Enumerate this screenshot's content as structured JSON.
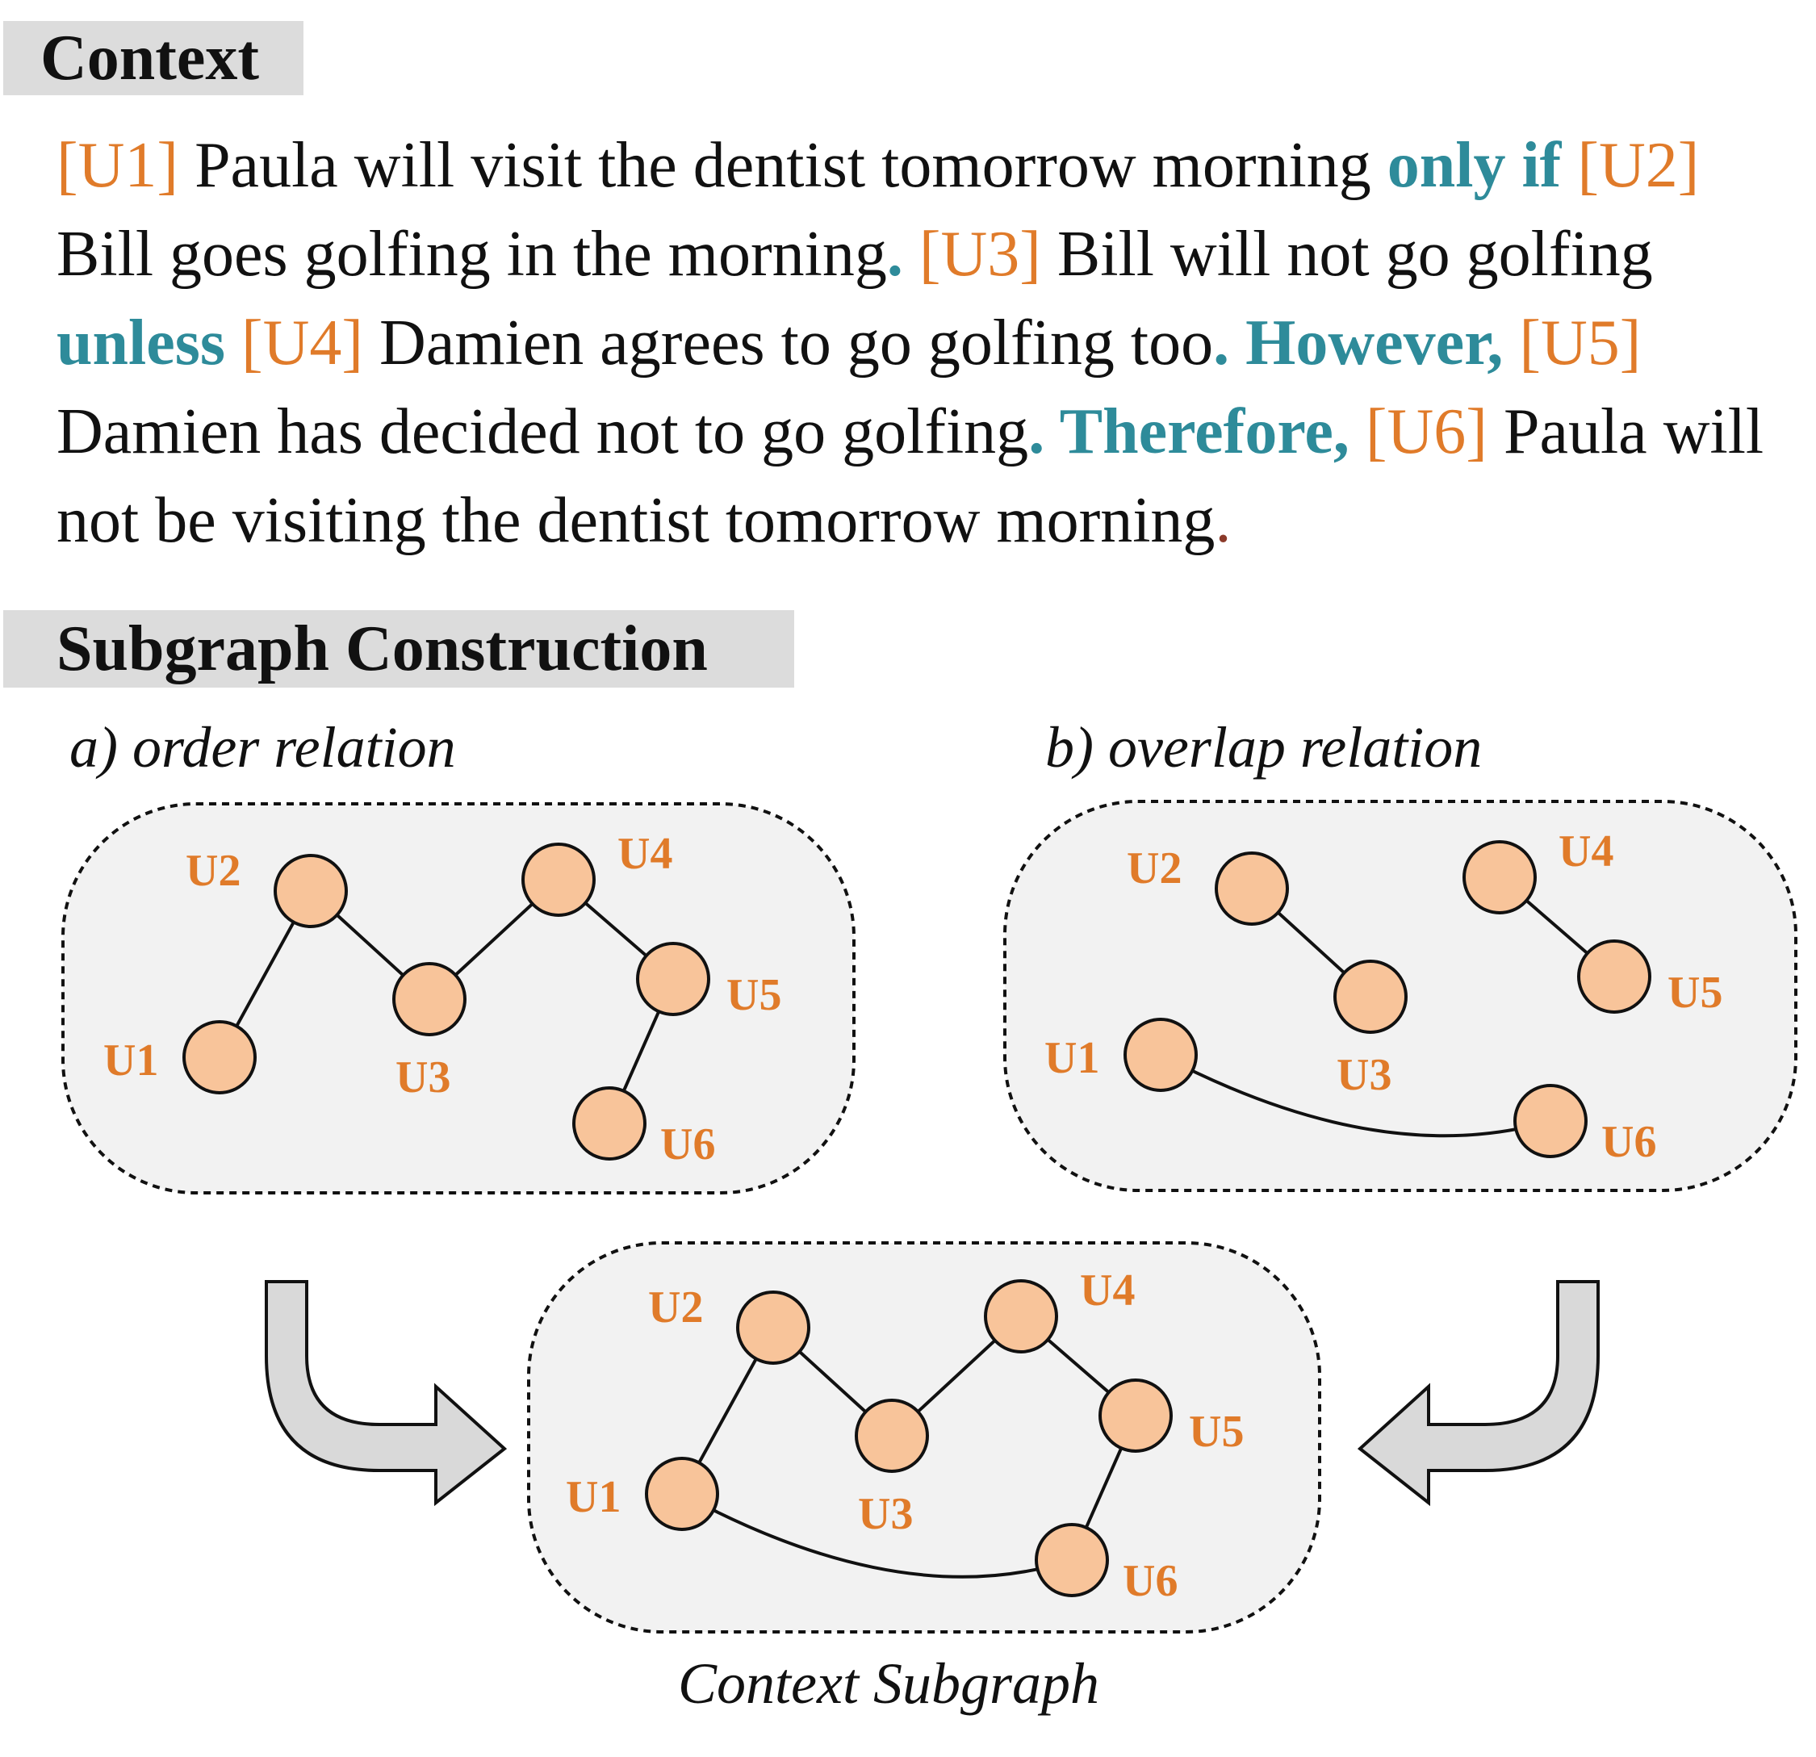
{
  "headers": {
    "context": "Context",
    "subgraph": "Subgraph Construction"
  },
  "context": {
    "segments": [
      {
        "t": "[U1]",
        "k": "unit"
      },
      {
        "t": " Paula will visit the dentist tomorrow morning ",
        "k": "plain"
      },
      {
        "t": "only if",
        "k": "conn"
      },
      {
        "t": " ",
        "k": "plain"
      },
      {
        "t": "[U2]",
        "k": "unit"
      },
      {
        "t": " Bill goes golfing in the morning",
        "k": "plain"
      },
      {
        "t": ".",
        "k": "conn"
      },
      {
        "t": " ",
        "k": "plain"
      },
      {
        "t": "[U3]",
        "k": "unit"
      },
      {
        "t": " Bill will not go golfing ",
        "k": "plain"
      },
      {
        "t": "unless",
        "k": "conn"
      },
      {
        "t": " ",
        "k": "plain"
      },
      {
        "t": "[U4]",
        "k": "unit"
      },
      {
        "t": " Damien agrees to go golfing too",
        "k": "plain"
      },
      {
        "t": ". However,",
        "k": "conn"
      },
      {
        "t": " ",
        "k": "plain"
      },
      {
        "t": "[U5]",
        "k": "unit"
      },
      {
        "t": " Damien has decided not to go golfing",
        "k": "plain"
      },
      {
        "t": ". Therefore,",
        "k": "conn"
      },
      {
        "t": " ",
        "k": "plain"
      },
      {
        "t": "[U6]",
        "k": "unit"
      },
      {
        "t": " Paula will not be visiting the dentist tomorrow morning",
        "k": "plain"
      },
      {
        "t": ".",
        "k": "end"
      }
    ]
  },
  "panels": {
    "order": {
      "label": "a) order relation",
      "nodes": [
        "U1",
        "U2",
        "U3",
        "U4",
        "U5",
        "U6"
      ],
      "edges": [
        [
          "U1",
          "U2"
        ],
        [
          "U2",
          "U3"
        ],
        [
          "U3",
          "U4"
        ],
        [
          "U4",
          "U5"
        ],
        [
          "U5",
          "U6"
        ]
      ]
    },
    "overlap": {
      "label": "b) overlap relation",
      "nodes": [
        "U1",
        "U2",
        "U3",
        "U4",
        "U5",
        "U6"
      ],
      "edges": [
        [
          "U2",
          "U3"
        ],
        [
          "U4",
          "U5"
        ],
        [
          "U1",
          "U6"
        ]
      ]
    },
    "combined": {
      "label": "Context Subgraph",
      "nodes": [
        "U1",
        "U2",
        "U3",
        "U4",
        "U5",
        "U6"
      ],
      "edges": [
        [
          "U1",
          "U2"
        ],
        [
          "U2",
          "U3"
        ],
        [
          "U3",
          "U4"
        ],
        [
          "U4",
          "U5"
        ],
        [
          "U5",
          "U6"
        ],
        [
          "U1",
          "U6"
        ]
      ]
    }
  },
  "colors": {
    "unit": "#e07b2a",
    "connective": "#2e8b9a",
    "node_fill": "#f8c49a",
    "panel_fill": "#f2f2f2",
    "arrow_fill": "#d9d9d9"
  }
}
